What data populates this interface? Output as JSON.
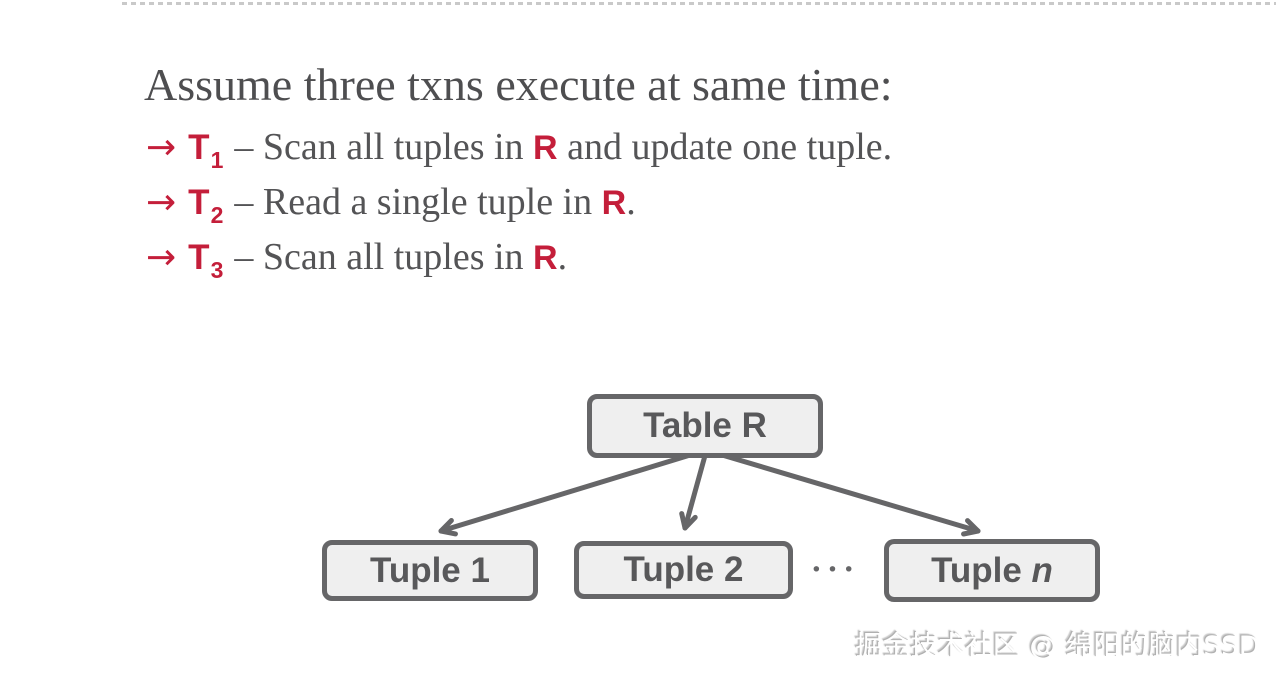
{
  "slide": {
    "title": "Assume three txns execute at same time:",
    "bullets": [
      {
        "arrow": "→",
        "txn": "T",
        "sub": "1",
        "pre": "– Scan all tuples in ",
        "highlight": "R",
        "post": " and update one tuple."
      },
      {
        "arrow": "→",
        "txn": "T",
        "sub": "2",
        "pre": "– Read a single tuple in ",
        "highlight": "R",
        "post": "."
      },
      {
        "arrow": "→",
        "txn": "T",
        "sub": "3",
        "pre": "– Scan all tuples in ",
        "highlight": "R",
        "post": "."
      }
    ]
  },
  "diagram": {
    "root_label": "Table R",
    "tuples": [
      {
        "label": "Tuple 1",
        "var": ""
      },
      {
        "label": "Tuple 2",
        "var": ""
      },
      {
        "label": "Tuple ",
        "var": "n"
      }
    ],
    "ellipsis": "•••"
  },
  "watermark": "掘金技术社区 @ 绵阳的脑内SSD",
  "colors": {
    "accent_red": "#c41e3a",
    "text_gray": "#545456",
    "node_border": "#666668",
    "node_fill": "#efefef"
  }
}
